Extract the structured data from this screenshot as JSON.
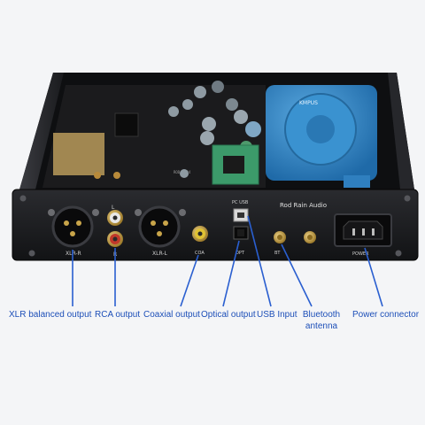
{
  "device": {
    "brand_label": "Rod Rain Audio",
    "transformer_label": "KMPUS",
    "chip_label": "ROD 1024"
  },
  "panel_labels": {
    "xlr_r": "XLR-R",
    "r": "R",
    "l": "L",
    "xlr_l": "XLR-L",
    "coa": "COA",
    "pc_usb": "PC USB",
    "opt": "OPT",
    "bt": "BT",
    "power": "POWER"
  },
  "callouts": {
    "xlr": "XLR balanced output",
    "rca": "RCA output",
    "coaxial": "Coaxial output",
    "optical": "Optical output",
    "usb": "USB Input",
    "bluetooth": "Bluetooth antenna",
    "power": "Power connector"
  },
  "colors": {
    "callout_text": "#1d4fb8",
    "leader_line": "#2a5fd0",
    "chassis": "#1c1d20",
    "transformer": "#2f86c8",
    "pcb": "#1a1a1a",
    "rca_red": "#c0392b",
    "rca_white": "#e8e8e8",
    "gold": "#c9a54a"
  }
}
